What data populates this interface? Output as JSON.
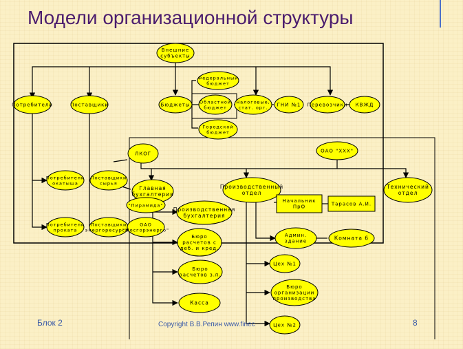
{
  "title": "Модели организационной структуры",
  "footer": {
    "left": "Блок 2",
    "copyright": "Copyright В.В.Репин www.finec",
    "page": "8"
  },
  "nodes": {
    "external": [
      "Внешние",
      "субъекты"
    ],
    "consumers": [
      "Потребители"
    ],
    "suppliers": [
      "Поставщики"
    ],
    "budgets": [
      "Бюджеты"
    ],
    "federal": [
      "Федеральный",
      "бюджет"
    ],
    "regional": [
      "Областной",
      "бюджет"
    ],
    "tax": [
      "Налоговые,",
      "стат. орг."
    ],
    "gni": [
      "ГНИ №1"
    ],
    "carriers": [
      "Перевозчики"
    ],
    "kvzhd": [
      "КВЖД"
    ],
    "city": [
      "Городской",
      "бюджет"
    ],
    "lkog": [
      "ЛКОГ"
    ],
    "oao_xxx": [
      "ОАО \"ХХХ\""
    ],
    "cons_rolled": [
      "Потребители",
      "окатыша"
    ],
    "sup_raw": [
      "Поставщики",
      "сырья"
    ],
    "chief_acc": [
      "Главная",
      "бухгалтерия"
    ],
    "prod_dept": [
      "Производственный",
      "отдел"
    ],
    "tech_dept": [
      "Технический",
      "отдел"
    ],
    "piramida": [
      "\"Пирамида\""
    ],
    "head_pro": [
      "Начальник",
      "ПрО"
    ],
    "tarasov": [
      "Тарасов А.И."
    ],
    "prod_acc": [
      "Производственная",
      "бухгалтерия"
    ],
    "cons_rent": [
      "Потребители",
      "проката"
    ],
    "sup_energy": [
      "Поставщики",
      "энергоресурсов"
    ],
    "oao_energo": [
      "ОАО",
      "\"Мосгорэнерго\""
    ],
    "admin": [
      "Админ.",
      "здание"
    ],
    "room6": [
      "Комната 6"
    ],
    "bureau_settle": [
      "Бюро",
      "расчетов с",
      "деб. и кред."
    ],
    "shop1": [
      "Цех №1"
    ],
    "bureau_salary": [
      "Бюро",
      "расчетов з.п."
    ],
    "bureau_org": [
      "Бюро",
      "организации",
      "производства"
    ],
    "cash": [
      "Касса"
    ],
    "shop2": [
      "Цех №2"
    ]
  },
  "colors": {
    "node_fill": "#ffff00",
    "node_stroke": "#000000",
    "title": "#4b1d6e",
    "footer": "#3a5aa8"
  }
}
